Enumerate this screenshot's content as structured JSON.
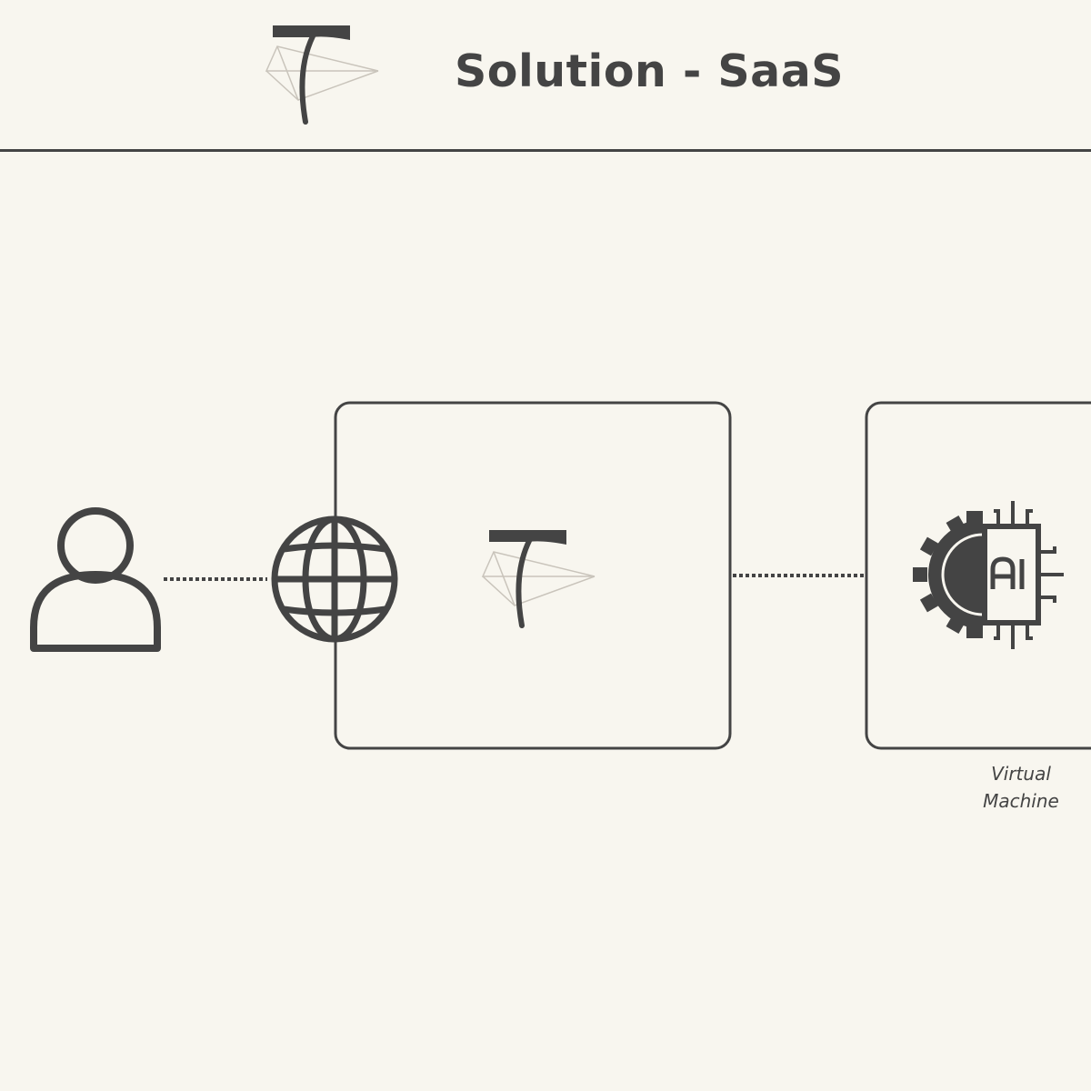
{
  "header": {
    "title": "Solution - SaaS",
    "logo_icon": "brand-t-logo-icon"
  },
  "diagram": {
    "nodes": [
      {
        "id": "user",
        "icon": "user-icon"
      },
      {
        "id": "internet",
        "icon": "globe-icon"
      },
      {
        "id": "saas-app",
        "icon": "brand-t-logo-icon"
      },
      {
        "id": "virtual-machine",
        "icon": "ai-chip-gear-icon",
        "caption": "Virtual Machine"
      }
    ],
    "edges": [
      {
        "from": "user",
        "to": "internet",
        "style": "dotted"
      },
      {
        "from": "saas-app",
        "to": "virtual-machine",
        "style": "dotted"
      }
    ]
  },
  "colors": {
    "background": "#f8f6ef",
    "stroke": "#444444",
    "logo_accent": "#c9c4bb"
  }
}
